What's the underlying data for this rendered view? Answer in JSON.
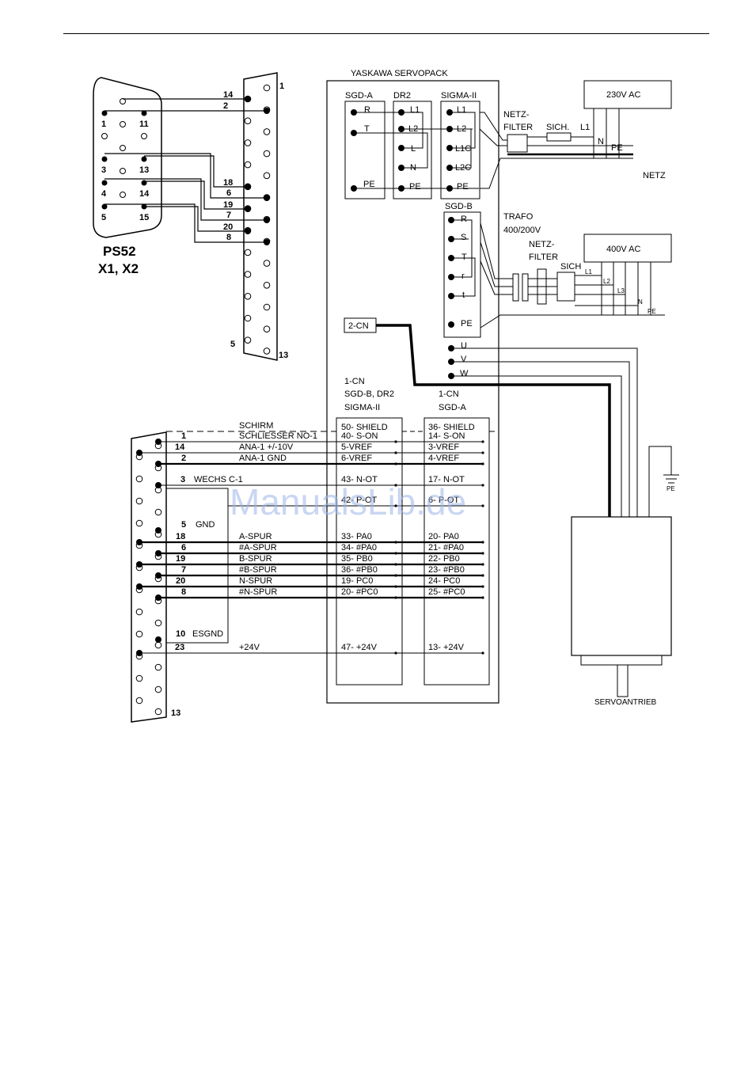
{
  "title": "YASKAWA SERVOPACK",
  "ps52": {
    "name": "PS52",
    "ports": "X1, X2"
  },
  "blocks": {
    "sgd_a": "SGD-A",
    "dr2": "DR2",
    "sigma2": "SIGMA-II",
    "sgd_b": "SGD-B",
    "cn2": "2-CN",
    "ac230": "230V AC",
    "ac400": "400V AC",
    "netzfilter1": [
      "NETZ-",
      "FILTER"
    ],
    "netzfilter2": [
      "NETZ-",
      "FILTER"
    ],
    "sich1": "SICH.",
    "sich2": "SICH",
    "netz": "NETZ",
    "trafo": [
      "TRAFO",
      "400/200V"
    ],
    "servo": "SERVOANTRIEB",
    "pe_ground": "PE",
    "cn1_left": [
      "1-CN",
      "SGD-B, DR2",
      "SIGMA-II"
    ],
    "cn1_right": [
      "1-CN",
      "SGD-A"
    ],
    "watermark": "ManualsLib.de"
  },
  "terminals": {
    "sgd_a": [
      "R",
      "T",
      "PE"
    ],
    "dr2": [
      "L1",
      "L2",
      "L",
      "N",
      "PE"
    ],
    "sigma2": [
      "L1",
      "L2",
      "L1C",
      "L2C",
      "PE"
    ],
    "sgd_b": [
      "R",
      "S",
      "T",
      "r",
      "t",
      "PE"
    ],
    "motor": [
      "U",
      "V",
      "W"
    ]
  },
  "line_labels": {
    "l1": "L1",
    "n": "N",
    "pe": "PE",
    "l1b": "L1",
    "l2b": "L2",
    "l3b": "L3",
    "nb": "N",
    "peb": "PE"
  },
  "ps52_pins": {
    "p1": "1",
    "p11": "11",
    "p3": "3",
    "p13": "13",
    "p4": "4",
    "p14": "14",
    "p5": "5",
    "p15": "15"
  },
  "connector_top": {
    "numbers": [
      "14",
      "2",
      "18",
      "6",
      "19",
      "7",
      "20",
      "8"
    ],
    "end_top": "1",
    "end_bottom_left": "5",
    "end_bottom_right": "13"
  },
  "signals": [
    {
      "pin": "1",
      "name": "SCHLIESSER NO-1",
      "left": "40- S-ON",
      "right": "14- S-ON"
    },
    {
      "pin": "14",
      "name": "ANA-1 +/-10V",
      "left": "5-VREF",
      "right": "3-VREF"
    },
    {
      "pin": "2",
      "name": "ANA-1 GND",
      "left": "6-VREF",
      "right": "4-VREF"
    },
    {
      "pin": "3",
      "name": "WECHS C-1",
      "left": "43- N-OT",
      "right": "17- N-OT"
    },
    {
      "pin": "",
      "name": "",
      "left": "42- P-OT",
      "right": "6- P-OT"
    },
    {
      "pin": "5",
      "name": "GND",
      "left": "",
      "right": ""
    },
    {
      "pin": "18",
      "name": "A-SPUR",
      "left": "33- PA0",
      "right": "20- PA0"
    },
    {
      "pin": "6",
      "name": "#A-SPUR",
      "left": "34- #PA0",
      "right": "21- #PA0"
    },
    {
      "pin": "19",
      "name": "B-SPUR",
      "left": "35- PB0",
      "right": "22- PB0"
    },
    {
      "pin": "7",
      "name": "#B-SPUR",
      "left": "36- #PB0",
      "right": "23- #PB0"
    },
    {
      "pin": "20",
      "name": "N-SPUR",
      "left": "19- PC0",
      "right": "24- PC0"
    },
    {
      "pin": "8",
      "name": "#N-SPUR",
      "left": "20- #PC0",
      "right": "25- #PC0"
    },
    {
      "pin": "10",
      "name": "ESGND",
      "left": "",
      "right": ""
    },
    {
      "pin": "23",
      "name": "+24V",
      "left": "47- +24V",
      "right": "13- +24V"
    }
  ],
  "shield": {
    "name": "SCHIRM",
    "left": "50- SHIELD",
    "right": "36- SHIELD"
  },
  "bottom_connector_end": "13"
}
